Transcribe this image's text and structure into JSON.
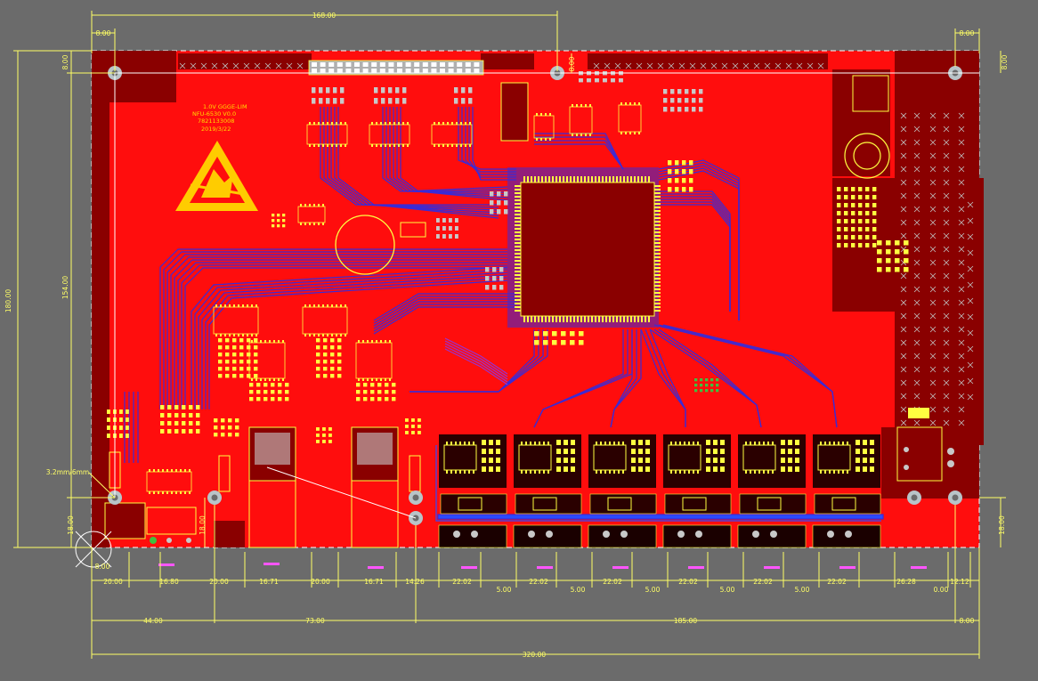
{
  "colors": {
    "background": "#6b6b6b",
    "board": "#ff0d0d",
    "board_dark": "#8a0000",
    "trace": "#3a2bd6",
    "silk": "#ffff40",
    "dimension": "#ffff66",
    "mounting_hole": "#b8c4c8",
    "pad": "#c8c8c8",
    "label_magenta": "#ff55ff"
  },
  "board": {
    "silkscreen": {
      "line1": "1.0V  GGGE-LIM",
      "line2": "NFU-6530 V0.0",
      "line3": "7821133008",
      "line4": "2019/3/22"
    }
  },
  "dims": {
    "top_168": "168.00",
    "top_left_8": "8.00",
    "top_right_8": "8.00",
    "left_8": "8.00",
    "mid_8": "8.00",
    "right_8": "8.00",
    "left_180": "180.00",
    "left_154": "154.00",
    "hole_note": "3.2mm/6mm",
    "left_18": "18.00",
    "left_18b": "18.00",
    "left_8b": "8.00",
    "right_18": "18.00",
    "row1": [
      "20.00",
      "16.80",
      "20.00",
      "16.71",
      "20.00",
      "16.71",
      "14.26",
      "22.02",
      "22.02",
      "22.02",
      "22.02",
      "22.02",
      "22.02",
      "26.28",
      "12.12"
    ],
    "row1_gaps": [
      "5.00",
      "5.00",
      "5.00",
      "5.00",
      "5.00",
      "0.00"
    ],
    "row2": [
      "44.00",
      "73.00",
      "185.00",
      "8.00"
    ],
    "total_320": "320.00"
  }
}
